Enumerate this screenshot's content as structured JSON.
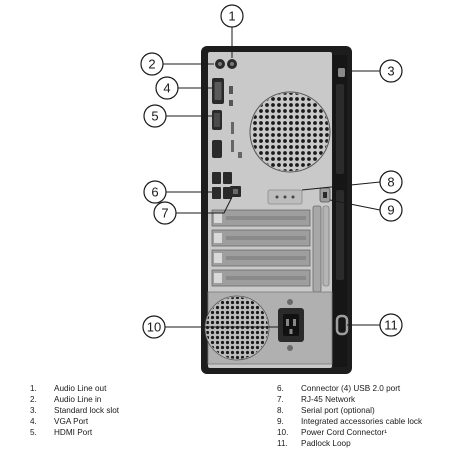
{
  "callouts": [
    "1",
    "2",
    "3",
    "4",
    "5",
    "6",
    "7",
    "8",
    "9",
    "10",
    "11"
  ],
  "legend": {
    "left": [
      {
        "num": "1.",
        "label": "Audio Line out"
      },
      {
        "num": "2.",
        "label": "Audio Line in"
      },
      {
        "num": "3.",
        "label": "Standard lock slot"
      },
      {
        "num": "4.",
        "label": "VGA Port"
      },
      {
        "num": "5.",
        "label": "HDMI Port"
      }
    ],
    "right": [
      {
        "num": "6.",
        "label": "Connector (4) USB 2.0 port"
      },
      {
        "num": "7.",
        "label": "RJ-45 Network"
      },
      {
        "num": "8.",
        "label": "Serial port (optional)"
      },
      {
        "num": "9.",
        "label": "Integrated accessories cable lock"
      },
      {
        "num": "10.",
        "label": "Power Cord Connector¹"
      },
      {
        "num": "11.",
        "label": "Padlock Loop"
      }
    ]
  },
  "icons": [
    "fan-grille-icon",
    "psu-fan-icon",
    "power-socket-icon",
    "padlock-loop-icon"
  ],
  "colors": {
    "chassis": "#1d1d1d",
    "panel": "#c9c9c9",
    "panel_dark": "#9e9e9e",
    "port": "#2a2a2a",
    "line": "#1a1a1a"
  }
}
